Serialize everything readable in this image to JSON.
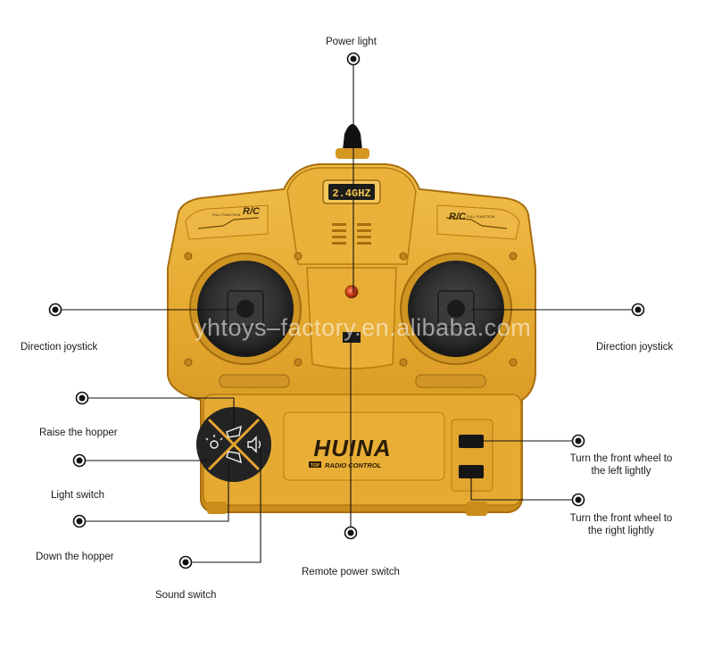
{
  "callouts": {
    "power_light": "Power light",
    "direction_joystick_left": "Direction joystick",
    "direction_joystick_right": "Direction joystick",
    "raise_hopper": "Raise the hopper",
    "light_switch": "Light switch",
    "down_hopper": "Down the hopper",
    "sound_switch": "Sound switch",
    "remote_power_switch": "Remote power switch",
    "front_wheel_left_line1": "Turn the front wheel to",
    "front_wheel_left_line2": "the left lightly",
    "front_wheel_right_line1": "Turn the front wheel to",
    "front_wheel_right_line2": "the right lightly"
  },
  "device": {
    "frequency": "2.4GHZ",
    "rc_left": "R/C",
    "rc_left_sub": "FULL FUNCTION",
    "rc_right": "R/C",
    "rc_right_sub": "FULL FUNCTION",
    "brand": "HUINA",
    "brand_badge": "TOP",
    "brand_sub": "RADIO CONTROL"
  },
  "watermark": "yhtoys–factory.en.alibaba.com",
  "colors": {
    "body": "#e3a52c",
    "body_dark": "#b97d14",
    "body_light": "#f2c14e",
    "joystick": "#2e2e2e",
    "line": "#111111"
  }
}
